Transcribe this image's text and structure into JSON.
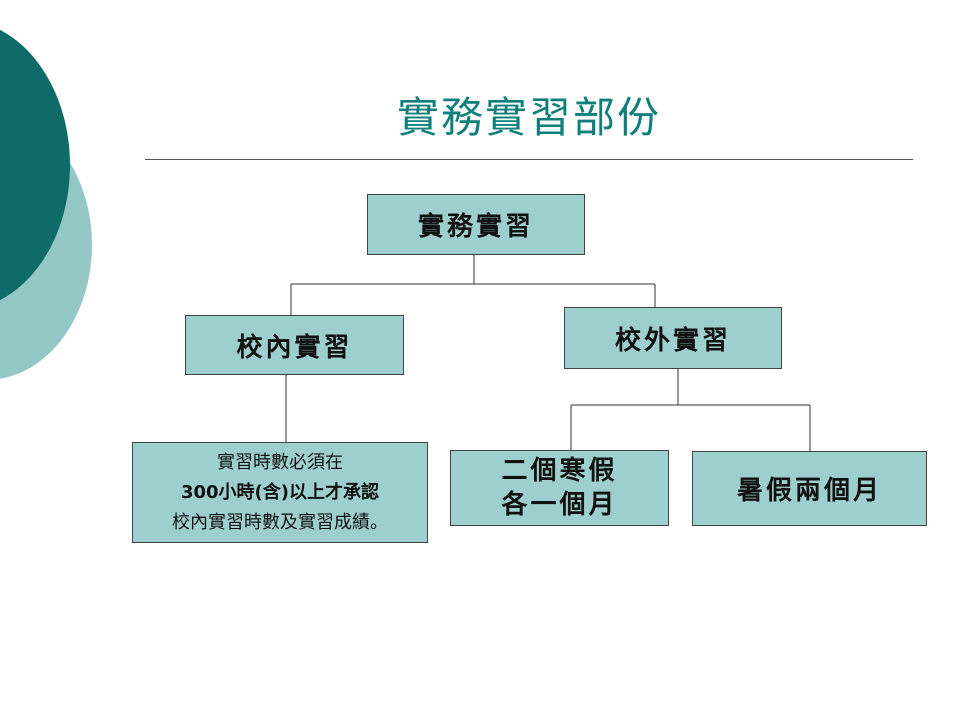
{
  "title": "實務實習部份",
  "nodes": {
    "root": "實務實習",
    "inside": "校內實習",
    "outside": "校外實習",
    "note": {
      "line1": "實習時數必須在",
      "line2": "300小時(含)以上才承認",
      "line3": "校內實習時數及實習成績。"
    },
    "winter": {
      "line1": "二個寒假",
      "line2": "各一個月"
    },
    "summer": "暑假兩個月"
  },
  "colors": {
    "title": "#0e7f7a",
    "box_fill": "#9dcfce",
    "deco_dark": "#0e6b68",
    "deco_light": "#93c8c7"
  }
}
